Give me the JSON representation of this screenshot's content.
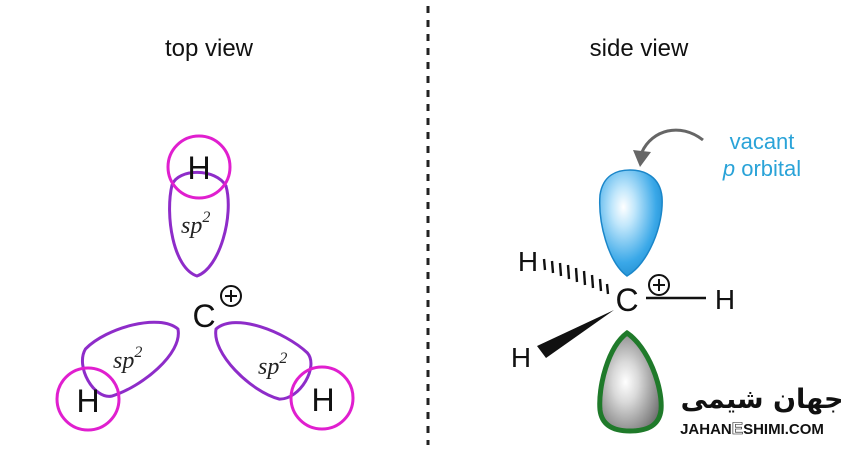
{
  "panels": {
    "top_view": {
      "title": "top view",
      "carbon": "C",
      "hydrogen_labels": [
        "H",
        "H",
        "H"
      ],
      "hybrid_main": "sp",
      "hybrid_sup": "2"
    },
    "side_view": {
      "title": "side view",
      "carbon": "C",
      "hydrogen_labels": [
        "H",
        "H",
        "H"
      ],
      "annotation_line1": "vacant",
      "annotation_p": "p",
      "annotation_rest": " orbital"
    }
  },
  "watermark": {
    "persian": "جهان شیمی",
    "latin": "JAHAN",
    "latin_e": "E",
    "latin_rest": "SHIMI.COM"
  },
  "colors": {
    "hybrid_orbital": "#8e2cc9",
    "hydrogen_orbital": "#e01fcf",
    "vacant_orbital": "#3aa8e8",
    "lower_lobe": "#1f7a2a",
    "annotation": "#2aa3d8",
    "divider": "#222222"
  },
  "icons": [
    "plus-circle-icon",
    "curved-arrow-icon"
  ]
}
